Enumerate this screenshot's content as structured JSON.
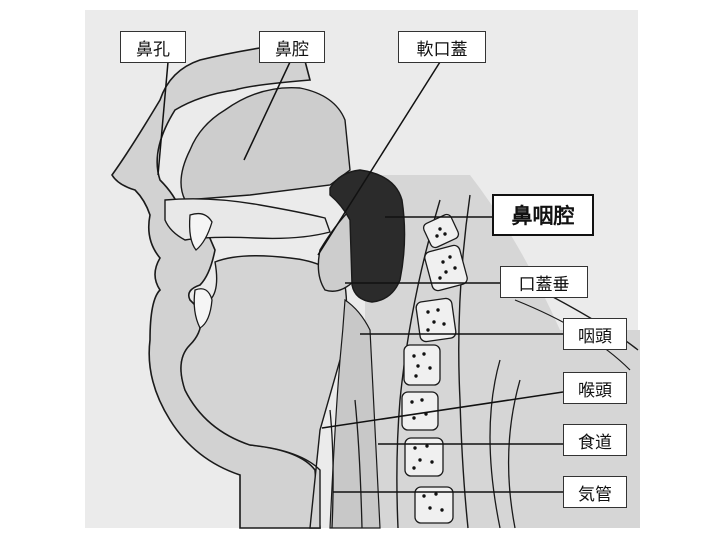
{
  "labels": {
    "nostril": "鼻孔",
    "nasal_cavity": "鼻腔",
    "soft_palate": "軟口蓋",
    "nasopharynx": "鼻咽腔",
    "uvula": "口蓋垂",
    "pharynx": "咽頭",
    "larynx": "喉頭",
    "esophagus": "食道",
    "trachea": "気管"
  },
  "colors": {
    "tissue": "#d2d2d2",
    "nasopharynx_highlight": "#2b2b2b",
    "background": "#ebebeb",
    "outline": "#1a1a1a"
  }
}
